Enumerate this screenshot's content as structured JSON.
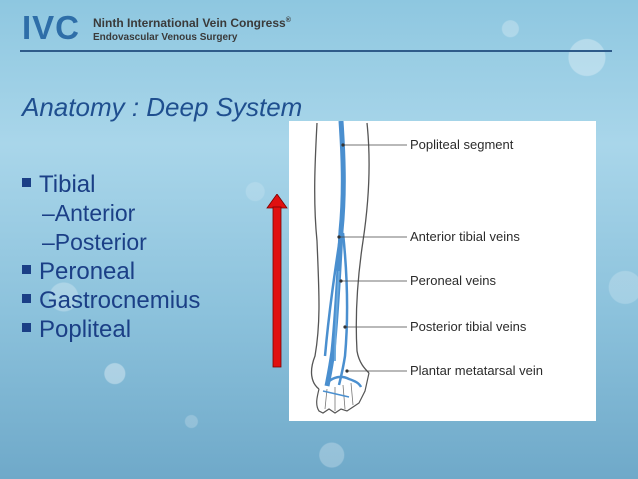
{
  "header": {
    "logo": "IVC",
    "congress": "Ninth International Vein Congress",
    "congress_mark": "®",
    "subtitle": "Endovascular Venous Surgery"
  },
  "colors": {
    "logo": "#2e6ea8",
    "title": "#1f4f8f",
    "bullet_text": "#1b3f86",
    "arrow": "#e01010",
    "vein": "#4a8fcf"
  },
  "slide": {
    "title": "Anatomy : Deep System",
    "bullets": [
      {
        "text": "Tibial",
        "level": 1
      },
      {
        "text": "–Anterior",
        "level": 2
      },
      {
        "text": "–Posterior",
        "level": 2
      },
      {
        "text": "Peroneal",
        "level": 1
      },
      {
        "text": "Gastrocnemius",
        "level": 1
      },
      {
        "text": "Popliteal",
        "level": 1
      }
    ]
  },
  "figure": {
    "labels": [
      "Popliteal segment",
      "Anterior tibial veins",
      "Peroneal veins",
      "Posterior tibial veins",
      "Plantar metatarsal vein"
    ]
  }
}
